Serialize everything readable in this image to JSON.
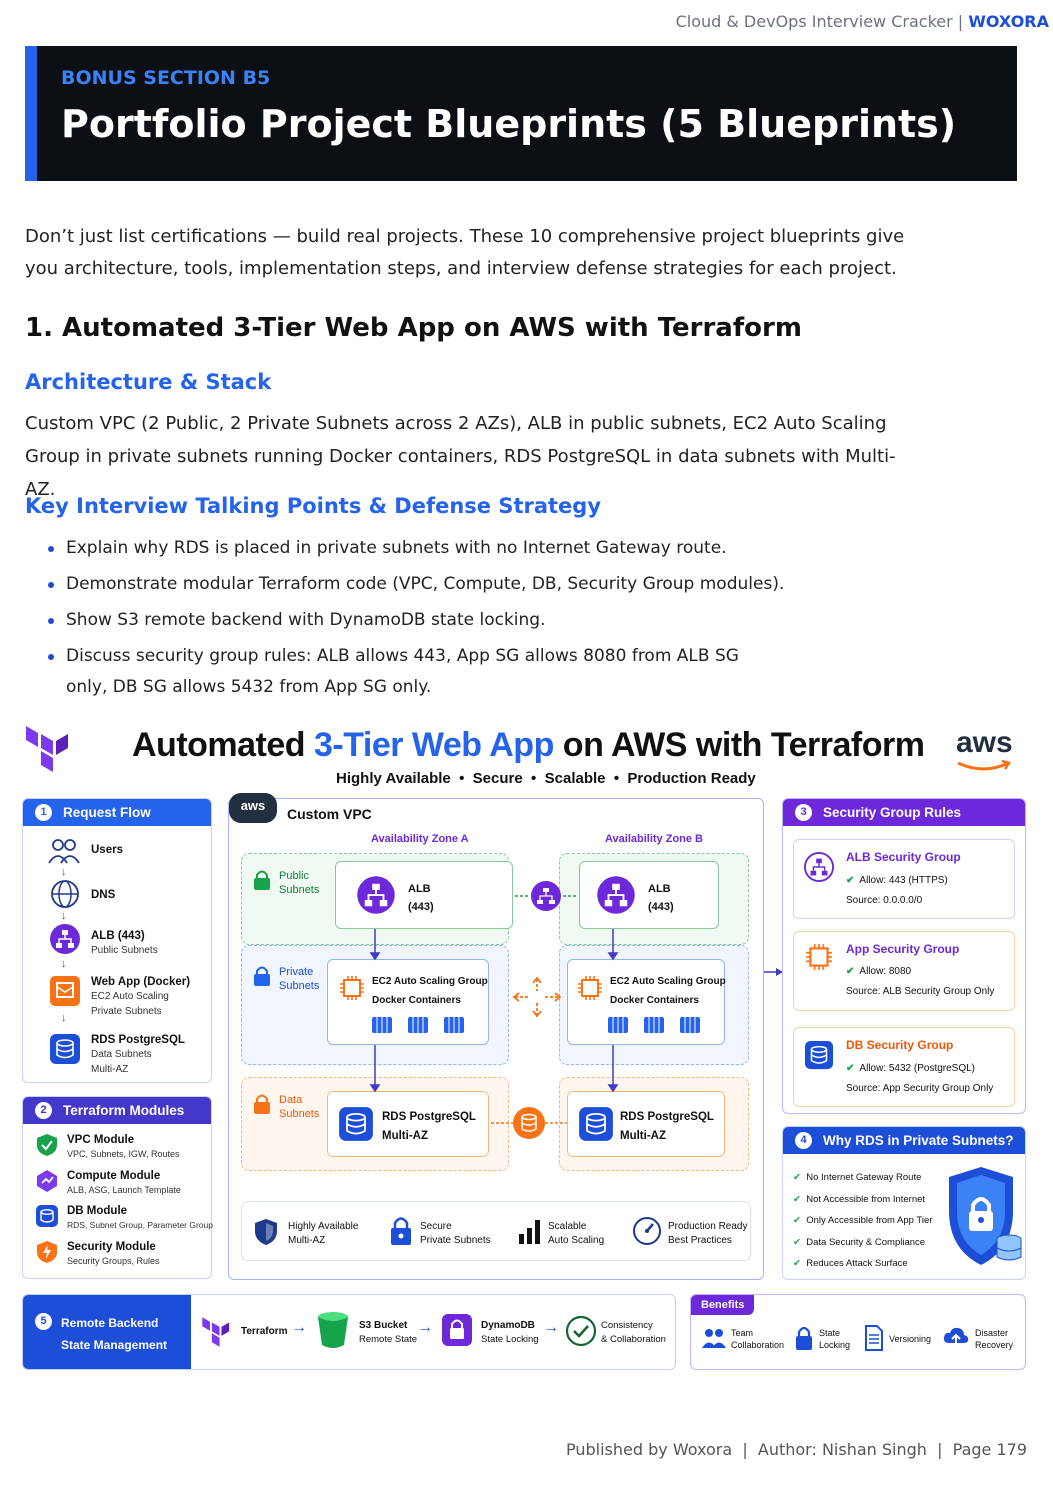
{
  "header": {
    "book": "Cloud & DevOps Interview Cracker",
    "brand": "WOXORA"
  },
  "banner": {
    "eyebrow": "BONUS SECTION B5",
    "title": "Portfolio Project Blueprints (5 Blueprints)"
  },
  "intro": "Don’t just list certifications — build real projects. These 10 comprehensive project blueprints give you architecture, tools, implementation steps, and interview defense strategies for each project.",
  "project": {
    "title": "1. Automated 3-Tier Web App on AWS with Terraform",
    "arch_heading": "Architecture & Stack",
    "arch_text": "Custom VPC (2 Public, 2 Private Subnets across 2 AZs), ALB in public subnets, EC2 Auto Scaling Group in private subnets running Docker containers, RDS PostgreSQL in data subnets with Multi-AZ.",
    "points_heading": "Key Interview Talking Points & Defense Strategy",
    "points": [
      "Explain why RDS is placed in private subnets with no Internet Gateway route.",
      "Demonstrate modular Terraform code (VPC, Compute, DB, Security Group modules).",
      "Show S3 remote backend with DynamoDB state locking.",
      "Discuss security group rules: ALB allows 443, App SG allows 8080 from ALB SG only, DB SG allows 5432 from App SG only."
    ]
  },
  "diagram": {
    "title_a": "Automated ",
    "title_b": "3-Tier Web App",
    "title_c": " on AWS with Terraform",
    "aws_logo": "aws",
    "subtitle": "Highly Available  •  Secure  •  Scalable  •  Production Ready",
    "request_flow": {
      "num": "1",
      "title": "Request Flow",
      "users": "Users",
      "dns": "DNS",
      "alb": "ALB (443)",
      "alb_sub": "Public Subnets",
      "web": "Web App (Docker)",
      "web_sub1": "EC2 Auto Scaling",
      "web_sub2": "Private Subnets",
      "rds": "RDS PostgreSQL",
      "rds_sub1": "Data Subnets",
      "rds_sub2": "Multi-AZ"
    },
    "modules": {
      "num": "2",
      "title": "Terraform Modules",
      "items": [
        {
          "name": "VPC Module",
          "desc": "VPC, Subnets, IGW, Routes"
        },
        {
          "name": "Compute Module",
          "desc": "ALB, ASG, Launch Template"
        },
        {
          "name": "DB Module",
          "desc": "RDS, Subnet Group, Parameter Group"
        },
        {
          "name": "Security Module",
          "desc": "Security Groups, Rules"
        }
      ]
    },
    "vpc": {
      "badge": "aws",
      "title": "Custom VPC",
      "az_a": "Availability Zone A",
      "az_b": "Availability Zone B",
      "public": "Public\nSubnets",
      "private": "Private\nSubnets",
      "data": "Data\nSubnets",
      "alb": "ALB",
      "alb_port": "(443)",
      "asg": "EC2 Auto Scaling Group",
      "asg_sub": "Docker Containers",
      "rds": "RDS PostgreSQL",
      "rds_sub": "Multi-AZ",
      "features": [
        {
          "a": "Highly Available",
          "b": "Multi-AZ"
        },
        {
          "a": "Secure",
          "b": "Private Subnets"
        },
        {
          "a": "Scalable",
          "b": "Auto Scaling"
        },
        {
          "a": "Production Ready",
          "b": "Best Practices"
        }
      ]
    },
    "sg": {
      "num": "3",
      "title": "Security Group Rules",
      "alb": {
        "name": "ALB Security Group",
        "allow": "Allow: 443 (HTTPS)",
        "source": "Source: 0.0.0.0/0"
      },
      "app": {
        "name": "App Security Group",
        "allow": "Allow: 8080",
        "source": "Source: ALB Security Group Only"
      },
      "db": {
        "name": "DB Security Group",
        "allow": "Allow: 5432 (PostgreSQL)",
        "source": "Source: App Security Group Only"
      }
    },
    "why": {
      "num": "4",
      "title": "Why RDS in Private Subnets?",
      "items": [
        "No Internet Gateway Route",
        "Not Accessible from Internet",
        "Only Accessible from App Tier",
        "Data Security & Compliance",
        "Reduces Attack Surface"
      ]
    },
    "backend": {
      "num": "5",
      "title1": "Remote Backend",
      "title2": "State Management",
      "terraform": "Terraform",
      "s3a": "S3 Bucket",
      "s3b": "Remote State",
      "ddba": "DynamoDB",
      "ddbb": "State Locking",
      "cona": "Consistency",
      "conb": "& Collaboration"
    },
    "benefits": {
      "title": "Benefits",
      "items": [
        {
          "a": "Team",
          "b": "Collaboration"
        },
        {
          "a": "State",
          "b": "Locking"
        },
        {
          "a": "Versioning",
          "b": ""
        },
        {
          "a": "Disaster",
          "b": "Recovery"
        }
      ]
    },
    "colors": {
      "blue": "#2563eb",
      "purple": "#6d28d9",
      "orange": "#f97316",
      "green": "#16a34a"
    }
  },
  "footer": "Published by Woxora  |  Author: Nishan Singh  |  Page 179"
}
